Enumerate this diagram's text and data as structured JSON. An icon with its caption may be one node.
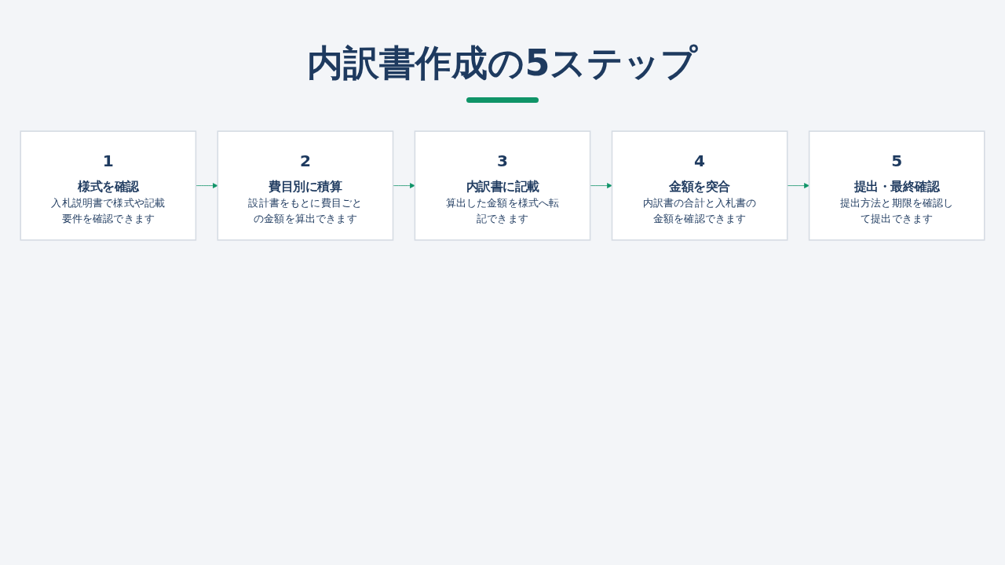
{
  "diagram": {
    "title": "内訳書作成の5ステップ",
    "nodes": [
      {
        "text": [
          "1",
          "様式を確認",
          "入札説明書で様式や記載要件を確認できます"
        ]
      },
      {
        "text": [
          "2",
          "費目別に積算",
          "設計書をもとに費目ごとの金額を算出できます"
        ]
      },
      {
        "text": [
          "3",
          "内訳書に記載",
          "算出した金額を様式へ転記できます"
        ]
      },
      {
        "text": [
          "4",
          "金額を突合",
          "内訳書の合計と入札書の金額を確認できます"
        ]
      },
      {
        "text": [
          "5",
          "提出・最終確認",
          "提出方法と期限を確認して提出できます"
        ]
      }
    ],
    "edges": [
      {
        "from": 0,
        "to": 1,
        "arrow": "to"
      },
      {
        "from": 1,
        "to": 2,
        "arrow": "to"
      },
      {
        "from": 2,
        "to": 3,
        "arrow": "to"
      },
      {
        "from": 3,
        "to": 4,
        "arrow": "to"
      }
    ]
  }
}
